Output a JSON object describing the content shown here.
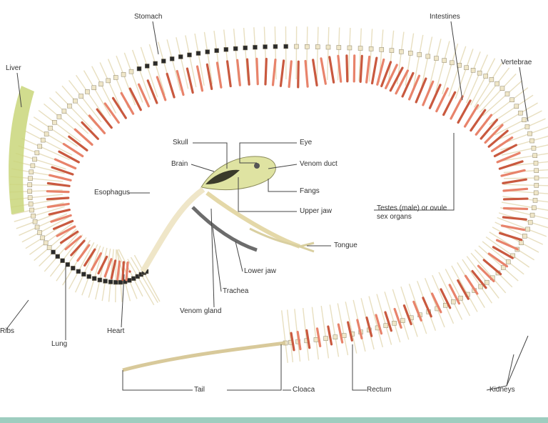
{
  "labels": {
    "stomach": "Stomach",
    "intestines": "Intestines",
    "liver": "Liver",
    "vertebrae": "Vertebrae",
    "skull": "Skull",
    "brain": "Brain",
    "eye": "Eye",
    "venom_duct": "Venom duct",
    "fangs": "Fangs",
    "upper_jaw": "Upper jaw",
    "esophagus": "Esophagus",
    "testes_ovule": "Testes (male) or ovule",
    "sex_organs": "sex organs",
    "tongue": "Tongue",
    "lower_jaw": "Lower jaw",
    "trachea": "Trachea",
    "venom_gland": "Venom gland",
    "heart": "Heart",
    "lung": "Lung",
    "ribs": "Ribs",
    "tail": "Tail",
    "cloaca": "Cloaca",
    "rectum": "Rectum",
    "kidneys": "Kidneys"
  },
  "colors": {
    "organ": "#e8836b",
    "organ_dark": "#c9593f",
    "rib": "#e8dfc0",
    "vertebra_dark": "#2b2b2b",
    "liver": "#c9d67a",
    "bone": "#efe6c8",
    "leader": "#444444",
    "bottom_bar": "#9ecdbf"
  }
}
